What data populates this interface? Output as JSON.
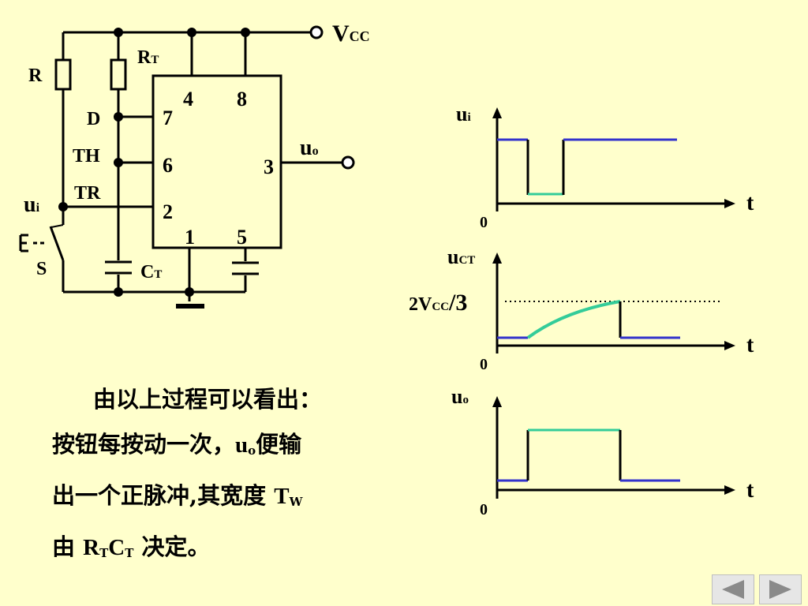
{
  "circuit": {
    "vcc": {
      "main": "V",
      "sub": "CC"
    },
    "r": "R",
    "rt": {
      "main": "R",
      "sub": "T"
    },
    "ct": {
      "main": "C",
      "sub": "T"
    },
    "d": "D",
    "th": "TH",
    "tr": "TR",
    "ui": {
      "main": "u",
      "sub": "i"
    },
    "uo": {
      "main": "u",
      "sub": "o"
    },
    "s": "S",
    "switch_e": "E",
    "pins": {
      "p4": "4",
      "p8": "8",
      "p7": "7",
      "p6": "6",
      "p3": "3",
      "p2": "2",
      "p1": "1",
      "p5": "5"
    }
  },
  "waveforms": {
    "ui": {
      "main": "u",
      "sub": "i",
      "t": "t",
      "zero": "0"
    },
    "uct": {
      "main": "u",
      "sub": "CT",
      "t": "t",
      "zero": "0",
      "threshold": {
        "pre": "2V",
        "sub": "CC",
        "post": "/3"
      }
    },
    "uo": {
      "main": "u",
      "sub": "o",
      "t": "t",
      "zero": "0"
    }
  },
  "description": {
    "line1": "由以上过程可以看出：",
    "line2_a": "按钮每按动一次，",
    "line2_u": "u",
    "line2_sub": "o",
    "line2_b": "便输",
    "line3_a": "出一个正脉冲,其宽度",
    "line3_t": "T",
    "line3_sub": "W",
    "line4_a": "由",
    "line4_r": "R",
    "line4_rsub": "T",
    "line4_c": "C",
    "line4_csub": "T",
    "line4_b": "决定。"
  },
  "nav": {
    "prev": "◀",
    "next": "▶"
  },
  "colors": {
    "background": "#FFFFCC",
    "low_level": "#3333CC",
    "high_level": "#33CC99"
  }
}
